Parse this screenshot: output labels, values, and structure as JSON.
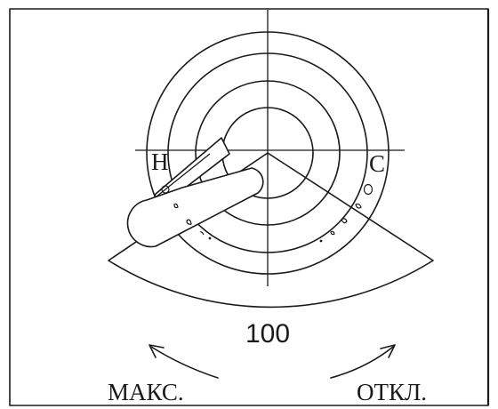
{
  "dial": {
    "north_marker": "Н",
    "south_marker": "С",
    "gain_value": "100",
    "max_label": "МАКС.",
    "off_label": "ОТКЛ."
  },
  "colors": {
    "ink": "#1a1a1a",
    "background": "#ffffff"
  }
}
